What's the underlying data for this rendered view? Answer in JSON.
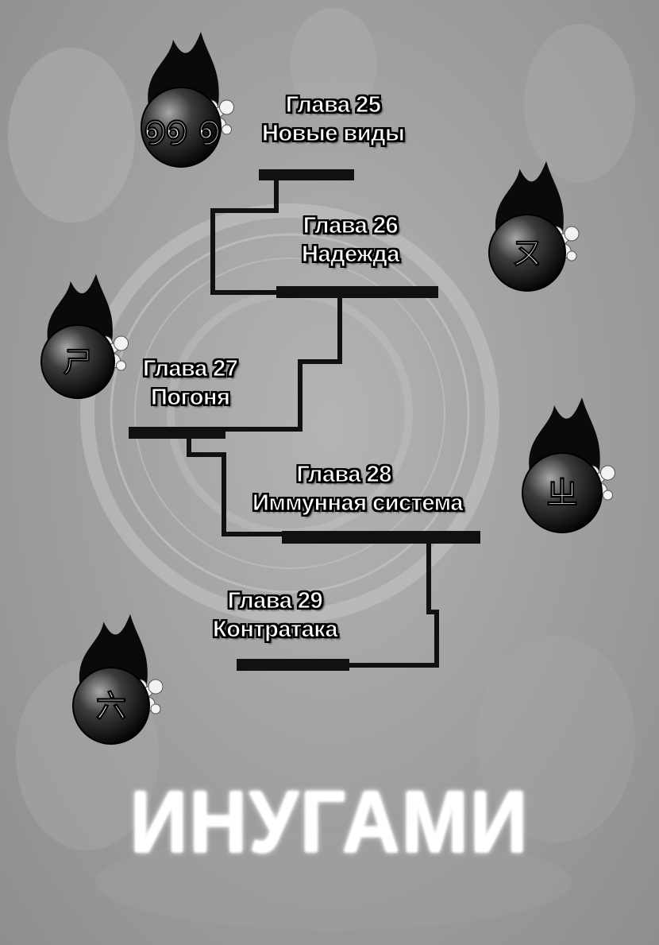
{
  "chapters": [
    {
      "number": "Глава 25",
      "name": "Новые виды"
    },
    {
      "number": "Глава 26",
      "name": "Надежда"
    },
    {
      "number": "Глава 27",
      "name": "Погоня"
    },
    {
      "number": "Глава 28",
      "name": "Иммунная система"
    },
    {
      "number": "Глава 29",
      "name": "Контратака"
    }
  ],
  "emblems": [
    {
      "icon": "flaming-orb-icon",
      "glyph": "൭൭ ൭"
    },
    {
      "icon": "flaming-orb-icon",
      "glyph": "ㄡ"
    },
    {
      "icon": "flaming-orb-icon",
      "glyph": "ㄕ"
    },
    {
      "icon": "flaming-orb-icon",
      "glyph": "ㄓ"
    },
    {
      "icon": "flaming-orb-icon",
      "glyph": "六"
    }
  ],
  "title": "ИНУГАМИ",
  "colors": {
    "background": "#9a9a9a",
    "bar": "#111111",
    "label_fill": "#ffffff",
    "label_outline": "#000000"
  }
}
